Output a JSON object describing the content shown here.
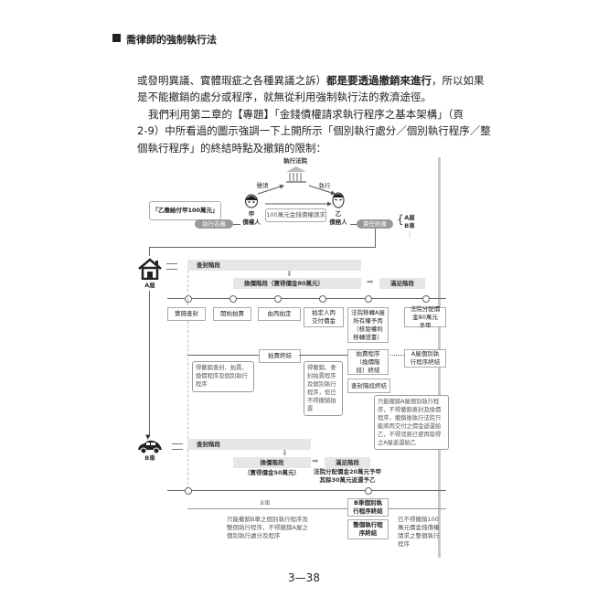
{
  "header": {
    "title": "喬律師的強制執行法",
    "icon": "black-square-icon"
  },
  "body": {
    "line1_pre": "或發明異議、實體瑕疵之各種異議之訴）",
    "line1_bold": "都是要透過撤銷來進行",
    "line1_post": "，所以如果",
    "line2": "是不能撤銷的處分或程序，就無從利用強制執行法的救濟途徑。",
    "line3": "我們利用第二章的【專題】「金錢債權請求執行程序之基本架構」（頁",
    "line4": "2-9）中所看過的圖示強調一下上開所示「個別執行處分／個別執行程序／整",
    "line5": "個執行程序」的終結時點及撤銷的限制："
  },
  "diagram": {
    "court": "執行法院",
    "apply": "聲請",
    "execute": "執行",
    "creditor_mark": "甲",
    "creditor": "債權人",
    "debtor_mark": "乙",
    "debtor": "債務人",
    "title_box": "「乙應給付甲100萬元」",
    "title_pill": "執行名義",
    "claim": "100萬元金錢債權請求",
    "assets_pill": "責任財產",
    "assets": [
      "A屋",
      "B車",
      "⋮"
    ],
    "house_label": "A屋",
    "car_label": "B車",
    "a": {
      "seize": "查封階段",
      "convert": "換價階段（賣得價金80萬元）",
      "satisfy": "滿足階段",
      "steps": [
        "實施查封",
        "開始拍賣",
        "由丙拍定",
        "拍定人丙交付價金",
        "法院移轉A屋所有權予丙（核發權利移轉證書）",
        "法院分配價金80萬元予甲"
      ],
      "auction_end": "拍賣終結",
      "auction_proc_end": "拍賣程序（換價階段）終結",
      "seize_end": "查封階段終結",
      "a_end": "A屋個別執行程序終結",
      "note1": "得撤銷查封、拍賣、換價程序及個別執行程序",
      "note2": "得撤銷、查封拍賣程序及個別執行程序，但已不得撤銷拍賣",
      "note3": "只能撤銷A屋個別執行程序，不得撤銷查封及換價程序，撤銷後執行法院只能將丙交付之價金返還給乙，不得逕將已使丙取得之A屋返還給乙"
    },
    "b": {
      "seize": "查封階段",
      "convert": "換價階段",
      "satisfy": "滿足階段",
      "proceeds": "（賣得價金50萬元）",
      "dist1": "法院分配價金20萬元予甲",
      "dist2": "其餘30萬元返還予乙",
      "span_label": "B車",
      "b_end": "B車個別執行程序終結",
      "all_end": "整個執行程序終結",
      "note1": "只能撤銷B車之個別執行程序及整個執行程序，不得撤銷A屋之個別執行處分及程序",
      "note2": "已不得撤銷100萬元價金錢債權請求之整個執行程序"
    }
  },
  "page_number": "3—38"
}
